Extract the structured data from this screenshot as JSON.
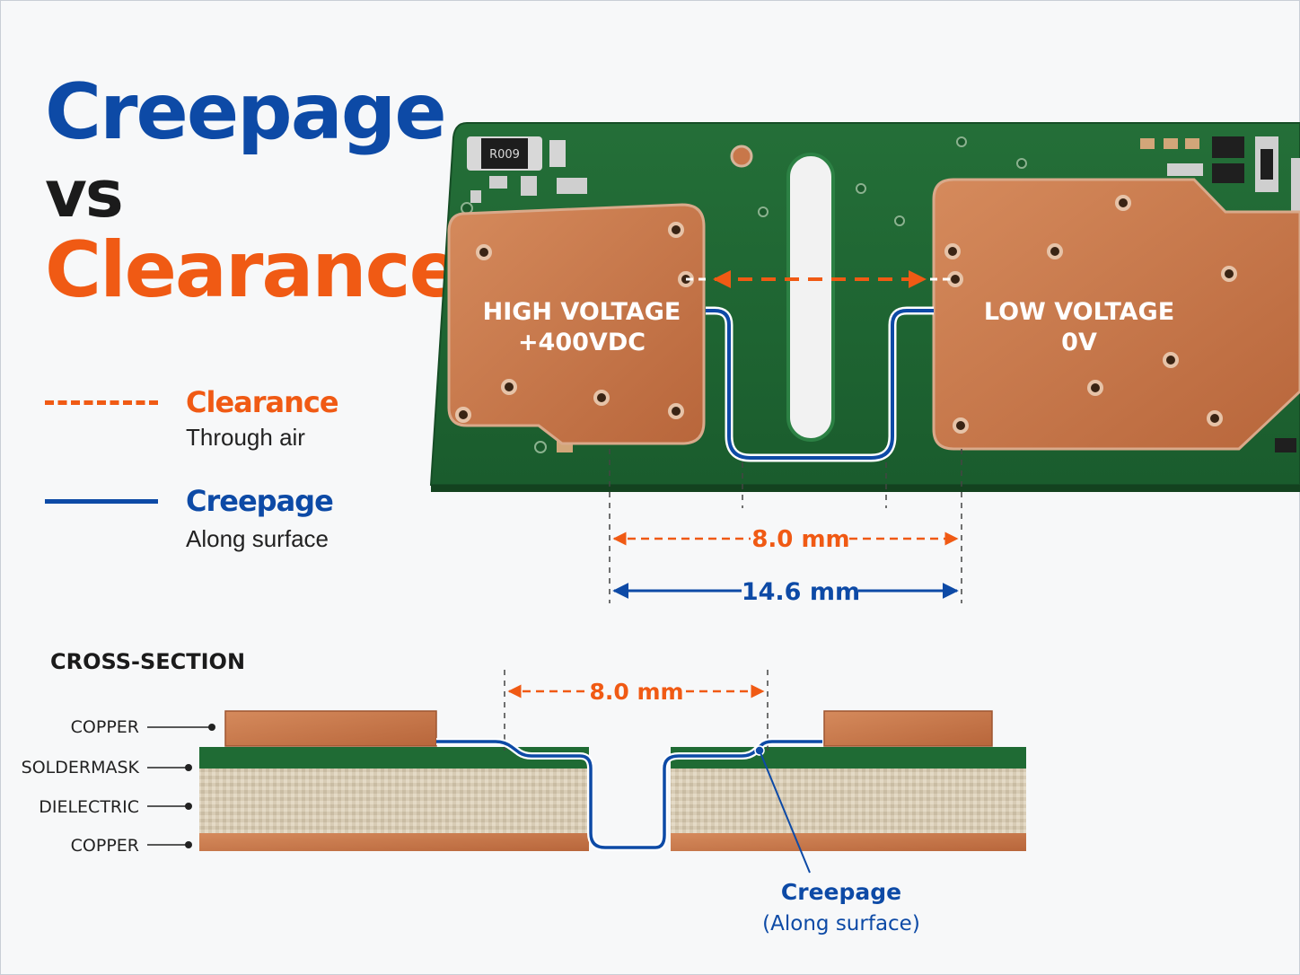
{
  "title": {
    "line1": "Creepage",
    "line2": "vs",
    "line3": "Clearance"
  },
  "legend": {
    "clearance": {
      "name": "Clearance",
      "description": "Through air"
    },
    "creepage": {
      "name": "Creepage",
      "description": "Along surface"
    }
  },
  "board": {
    "high_voltage_label": "HIGH VOLTAGE",
    "high_voltage_value": "+400VDC",
    "low_voltage_label": "LOW VOLTAGE",
    "low_voltage_value": "0V",
    "component_marking": "R009"
  },
  "dimensions": {
    "clearance": "8.0 mm",
    "creepage": "14.6 mm"
  },
  "cross_section": {
    "heading": "CROSS-SECTION",
    "layers": [
      "COPPER",
      "SOLDERMASK",
      "DIELECTRIC",
      "COPPER"
    ],
    "clearance_dimension": "8.0 mm",
    "callout_title": "Creepage",
    "callout_subtitle": "(Along surface)"
  },
  "colors": {
    "clearance": "#f05a14",
    "creepage": "#0d4aa6",
    "pcb_green": "#1f6b34",
    "copper": "#c8774a",
    "dielectric": "#d9cdb6"
  }
}
